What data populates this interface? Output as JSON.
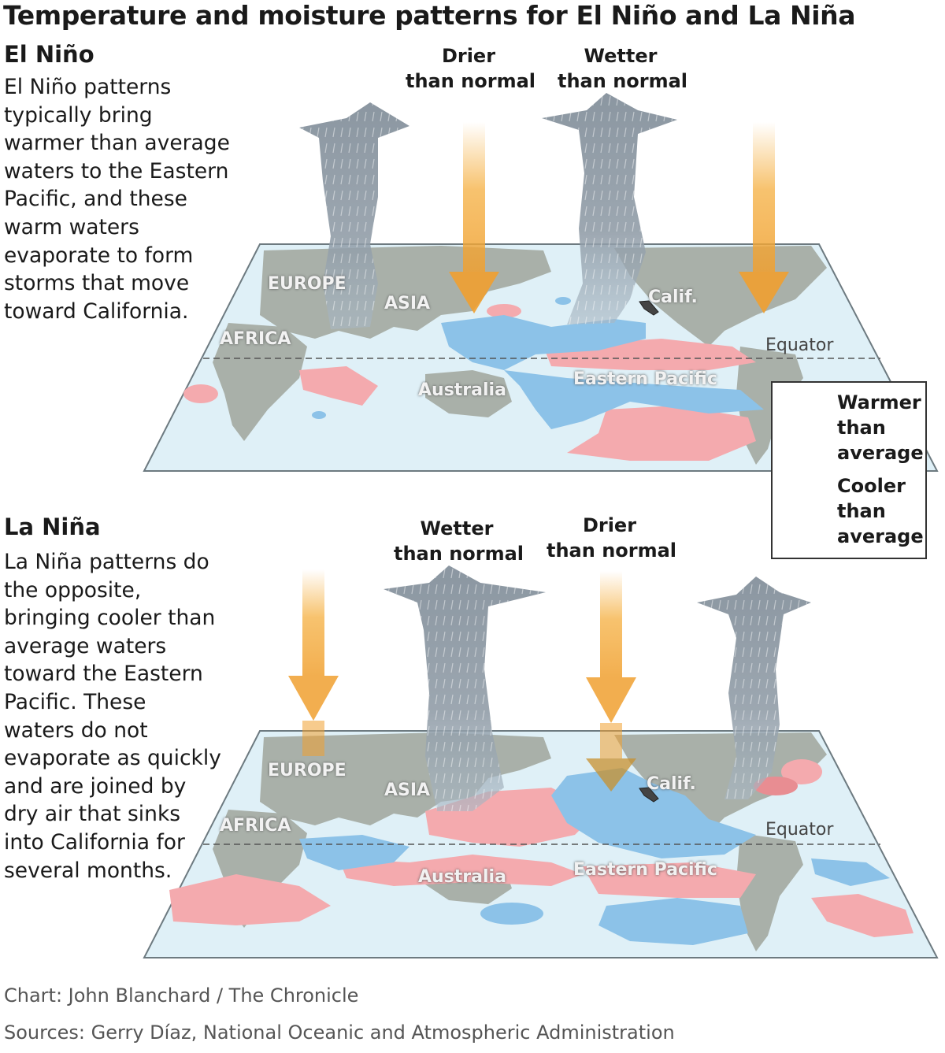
{
  "title": "Temperature and moisture patterns for El Niño and La Niña",
  "el_nino": {
    "heading": "El Niño",
    "body_lines": [
      "El Niño patterns",
      "typically bring",
      "warmer than average",
      "waters to the Eastern",
      "Pacific, and these",
      "warm waters",
      "evaporate to form",
      "storms that move",
      "toward California."
    ],
    "label_left": [
      "Drier",
      "than normal"
    ],
    "label_right": [
      "Wetter",
      "than normal"
    ]
  },
  "la_nina": {
    "heading": "La Niña",
    "body_lines": [
      "La Niña patterns do",
      "the opposite,",
      "bringing cooler than",
      "average waters",
      "toward the Eastern",
      "Pacific. These",
      "waters do not",
      "evaporate as quickly",
      "and are joined by",
      "dry air that sinks",
      "into California for",
      "several months."
    ],
    "label_left": [
      "Wetter",
      "than normal"
    ],
    "label_right": [
      "Drier",
      "than normal"
    ]
  },
  "map_labels": {
    "europe": "EUROPE",
    "asia": "ASIA",
    "africa": "AFRICA",
    "australia": "Australia",
    "eastern_pacific": "Eastern Pacific",
    "calif": "Calif.",
    "equator": "Equator"
  },
  "legend": {
    "warmer": [
      "Warmer",
      "than",
      "average"
    ],
    "cooler": [
      "Cooler",
      "than",
      "average"
    ]
  },
  "credits": {
    "chart": "Chart: John Blanchard / The Chronicle",
    "sources": "Sources: Gerry Díaz, National Oceanic and Atmospheric Administration"
  },
  "colors": {
    "ocean": "#dff0f7",
    "land": "#a9b0a9",
    "warm": "#f4aaae",
    "cool": "#8cc2e8",
    "arrow": "#f5b042",
    "cloud": "#8a97a3"
  }
}
